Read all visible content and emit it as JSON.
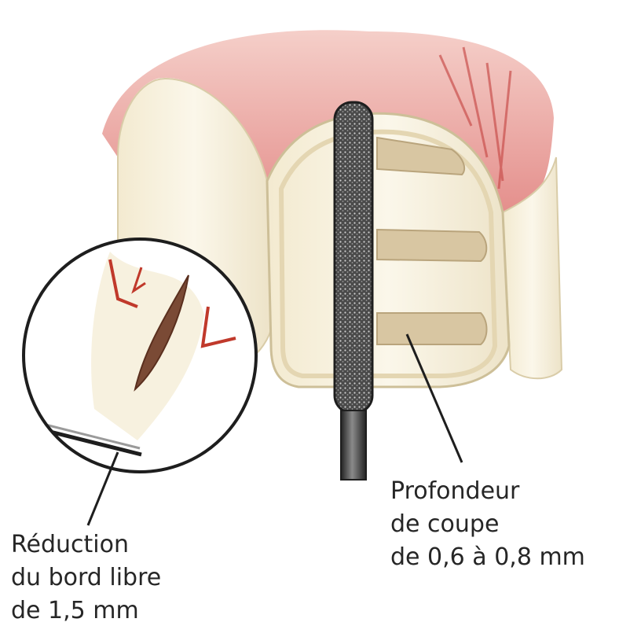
{
  "labels": {
    "cut_depth": [
      "Profondeur",
      "de coupe",
      "de 0,6 à 0,8 mm"
    ],
    "edge_reduction": [
      "Réduction",
      "du bord libre",
      "de 1,5 mm"
    ]
  },
  "colors": {
    "gum": "#e79a98",
    "gum_light": "#f3c0bb",
    "enamel": "#f6f0dd",
    "enamel_shadow": "#e6dcc1",
    "groove": "#d9c8a8",
    "bur_shank": "#3a3a3a",
    "outline": "#1e1e1e",
    "section_red": "#c0392b",
    "pulp": "#7a4a35"
  },
  "icons": [
    "diamond-bur-icon",
    "tooth-cross-section-icon"
  ]
}
